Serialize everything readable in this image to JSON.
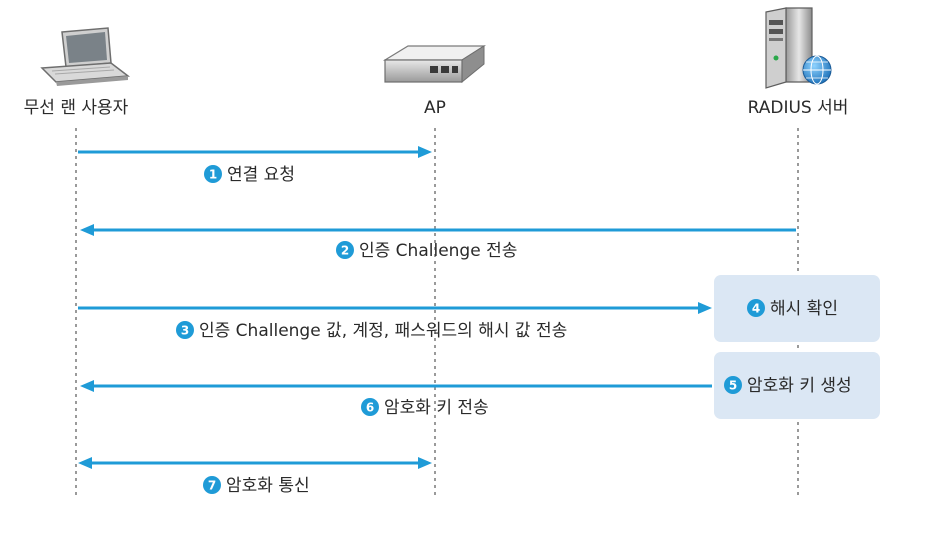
{
  "actors": {
    "client": {
      "label": "무선 랜 사용자",
      "icon": "laptop-icon"
    },
    "ap": {
      "label": "AP",
      "icon": "access-point-icon"
    },
    "server": {
      "label": "RADIUS 서버",
      "icon": "server-globe-icon"
    }
  },
  "messages": [
    {
      "num": "1",
      "text": "연결 요청"
    },
    {
      "num": "2",
      "text": "인증 Challenge 전송"
    },
    {
      "num": "3",
      "text": "인증 Challenge 값, 계정, 패스워드의 해시 값 전송"
    },
    {
      "num": "6",
      "text": "암호화 키 전송"
    },
    {
      "num": "7",
      "text": "암호화 통신"
    }
  ],
  "server_steps": [
    {
      "num": "4",
      "text": "해시 확인"
    },
    {
      "num": "5",
      "text": "암호화 키 생성"
    }
  ],
  "colors": {
    "arrow": "#1f9bd7",
    "badge": "#1f9bd7",
    "box": "#dbe7f4",
    "lifeline": "#9a9a9a"
  }
}
